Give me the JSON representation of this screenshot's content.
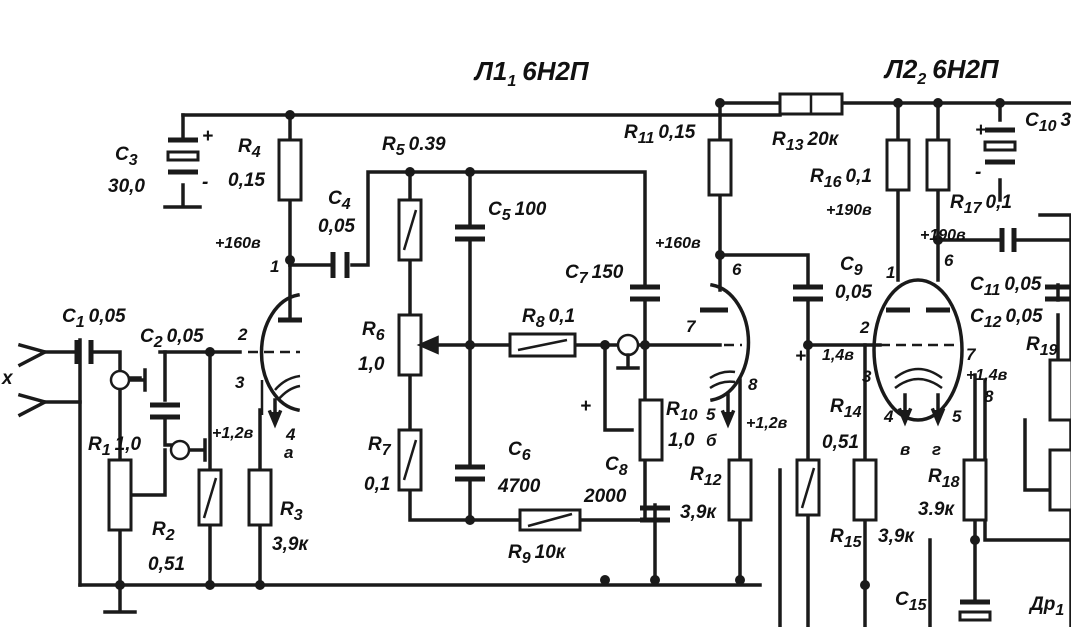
{
  "tubes": [
    {
      "id": "Л1",
      "sub": "1",
      "type": "6Н2П"
    },
    {
      "id": "Л2",
      "sub": "2",
      "type": "6Н2П"
    }
  ],
  "labels": {
    "C3": {
      "name": "C",
      "sub": "3",
      "value": "30,0"
    },
    "C3_plus": "+",
    "C3_minus": "-",
    "R4": {
      "name": "R",
      "sub": "4",
      "value": "0,15"
    },
    "R5": {
      "name": "R",
      "sub": "5",
      "value": "0.39"
    },
    "C4": {
      "name": "C",
      "sub": "4",
      "value": "0,05"
    },
    "C5": {
      "name": "C",
      "sub": "5",
      "value": "100"
    },
    "R11": {
      "name": "R",
      "sub": "11",
      "value": "0,15"
    },
    "R13": {
      "name": "R",
      "sub": "13",
      "value": "20к"
    },
    "R16": {
      "name": "R",
      "sub": "16",
      "value": "0,1"
    },
    "R17": {
      "name": "R",
      "sub": "17",
      "value": "0,1"
    },
    "C10": {
      "name": "C",
      "sub": "10",
      "value": "3"
    },
    "C10_plus": "+",
    "C10_minus": "-",
    "C1": {
      "name": "C",
      "sub": "1",
      "value": "0,05"
    },
    "C2": {
      "name": "C",
      "sub": "2",
      "value": "0,05"
    },
    "R6": {
      "name": "R",
      "sub": "6",
      "value": "1,0"
    },
    "R8": {
      "name": "R",
      "sub": "8",
      "value": "0,1"
    },
    "C7": {
      "name": "C",
      "sub": "7",
      "value": "150"
    },
    "C9": {
      "name": "C",
      "sub": "9",
      "value": "0,05"
    },
    "C11": {
      "name": "C",
      "sub": "11",
      "value": "0,05"
    },
    "C12": {
      "name": "C",
      "sub": "12",
      "value": "0,05"
    },
    "R19": {
      "name": "R",
      "sub": "19",
      "value": ""
    },
    "R1": {
      "name": "R",
      "sub": "1",
      "value": "1,0"
    },
    "R2": {
      "name": "R",
      "sub": "2",
      "value": "0,51"
    },
    "R3": {
      "name": "R",
      "sub": "3",
      "value": "3,9к"
    },
    "R7": {
      "name": "R",
      "sub": "7",
      "value": "0,1"
    },
    "C6": {
      "name": "C",
      "sub": "6",
      "value": "4700"
    },
    "C8": {
      "name": "C",
      "sub": "8",
      "value": "2000"
    },
    "R9": {
      "name": "R",
      "sub": "9",
      "value": "10к"
    },
    "R10": {
      "name": "R",
      "sub": "10",
      "value": "1,0"
    },
    "R12": {
      "name": "R",
      "sub": "12",
      "value": "3,9к"
    },
    "R14": {
      "name": "R",
      "sub": "14",
      "value": "0,51"
    },
    "R15": {
      "name": "R",
      "sub": "15",
      "value": ""
    },
    "R15_value": "3,9к",
    "R18": {
      "name": "R",
      "sub": "18",
      "value": "3.9к"
    },
    "C15": {
      "name": "C",
      "sub": "15",
      "value": ""
    },
    "Dr1": {
      "name": "Др",
      "sub": "1"
    }
  },
  "voltages": {
    "v160_a": "+160в",
    "v160_b": "+160в",
    "v190_a": "+190в",
    "v190_b": "+190в",
    "v12_a": "+1,2в",
    "v12_b": "+1,2в",
    "v14_a": "1,4в",
    "v14_b": "+1,4в",
    "plus_a": "+",
    "plus_b": "+"
  },
  "pins": {
    "t1_1": "1",
    "t1_2": "2",
    "t1_3": "3",
    "t1_4": "4",
    "t1_a": "а",
    "t1_6": "6",
    "t1_7": "7",
    "t1_8": "8",
    "t1_5": "5",
    "t1_b": "б",
    "t2_1": "1",
    "t2_2": "2",
    "t2_3": "3",
    "t2_4": "4",
    "t2_v": "в",
    "t2_5": "5",
    "t2_g": "г",
    "t2_6": "6",
    "t2_7": "7",
    "t2_8": "8"
  },
  "input_label": "x"
}
